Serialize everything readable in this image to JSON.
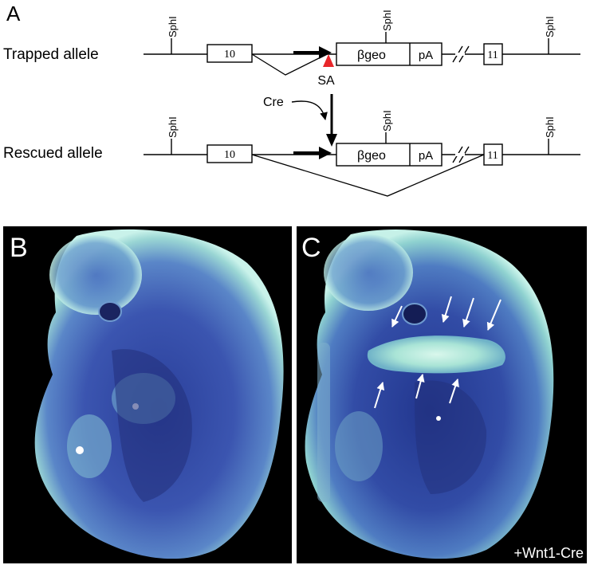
{
  "panel_a": {
    "letter": "A",
    "trapped_label": "Trapped allele",
    "rescued_label": "Rescued allele",
    "site_label": "SphI",
    "exon_left": "10",
    "exon_right": "11",
    "cassette_label": "βgeo",
    "polya_label": "pA",
    "splice_acceptor_label": "SA",
    "cre_label": "Cre"
  },
  "panel_b": {
    "letter": "B"
  },
  "panel_c": {
    "letter": "C",
    "caption": "+Wnt1-Cre"
  },
  "colors": {
    "splice_acceptor_marker": "#e8262a",
    "photo_background": "#000000",
    "arrow_annotation": "#ffffff"
  }
}
